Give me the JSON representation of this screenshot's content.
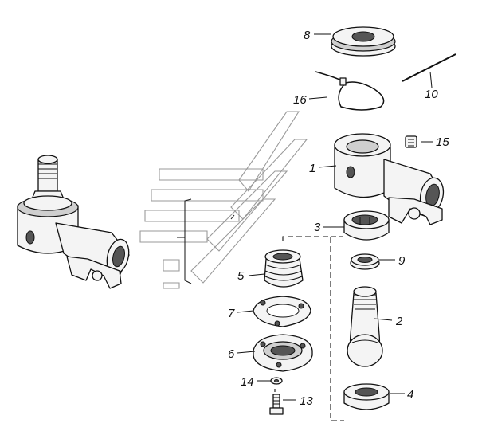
{
  "labels": [
    {
      "id": "1",
      "text": "1"
    },
    {
      "id": "2",
      "text": "2"
    },
    {
      "id": "3",
      "text": "3"
    },
    {
      "id": "4",
      "text": "4"
    },
    {
      "id": "5",
      "text": "5"
    },
    {
      "id": "6",
      "text": "6"
    },
    {
      "id": "7",
      "text": "7"
    },
    {
      "id": "8",
      "text": "8"
    },
    {
      "id": "9",
      "text": "9"
    },
    {
      "id": "10",
      "text": "10"
    },
    {
      "id": "13",
      "text": "13"
    },
    {
      "id": "14",
      "text": "14"
    },
    {
      "id": "15",
      "text": "15"
    },
    {
      "id": "16",
      "text": "16"
    }
  ],
  "colors": {
    "ink": "#111111",
    "watermark": "#9a9a9a",
    "background": "#ffffff"
  }
}
